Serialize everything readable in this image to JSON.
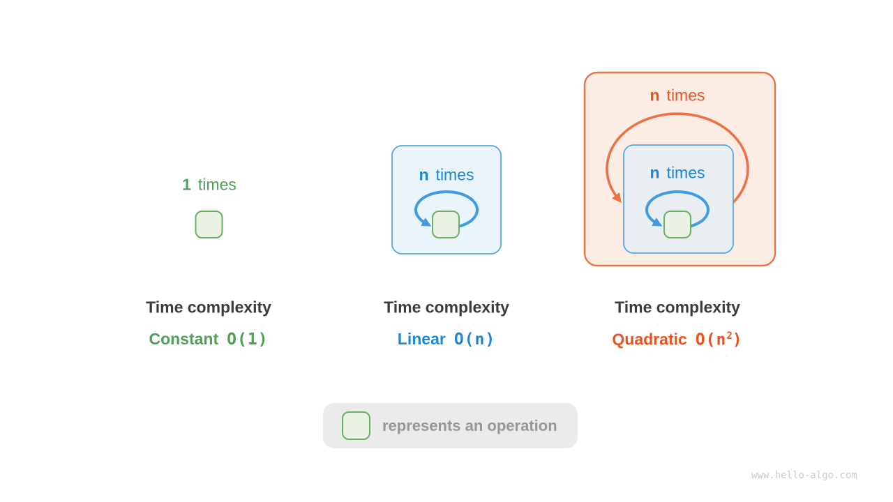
{
  "colors": {
    "background": "#FFFFFF",
    "green_text": "#4FA155",
    "green_border": "#6CAE67",
    "green_fill": "#E9F2E3",
    "blue_text": "#1C87D5",
    "blue_border": "#55A7E1",
    "blue_loop": "#3F9BE2",
    "blue_panel_fill": "#E9F4FB",
    "inner_panel_fill": "#E9EEF3",
    "orange_text": "#E8531E",
    "orange_border": "#ED7147",
    "orange_fill": "#FCEDE4",
    "title_text": "#3B3B3B",
    "legend_bg": "#EBEBEB",
    "legend_text": "#979797",
    "watermark": "#CBCBCB"
  },
  "constant": {
    "count": "1",
    "count_word": "times",
    "title": "Time complexity",
    "name": "Constant",
    "notation": "O(1)"
  },
  "linear": {
    "loop_count": "n",
    "loop_word": "times",
    "title": "Time complexity",
    "name": "Linear",
    "notation": "O(n)"
  },
  "quadratic": {
    "outer_count": "n",
    "outer_word": "times",
    "inner_count": "n",
    "inner_word": "times",
    "title": "Time complexity",
    "name": "Quadratic",
    "notation_prefix": "O(n",
    "notation_sup": "2",
    "notation_suffix": ")"
  },
  "legend": {
    "label": "represents an operation"
  },
  "watermark": "www.hello-algo.com"
}
